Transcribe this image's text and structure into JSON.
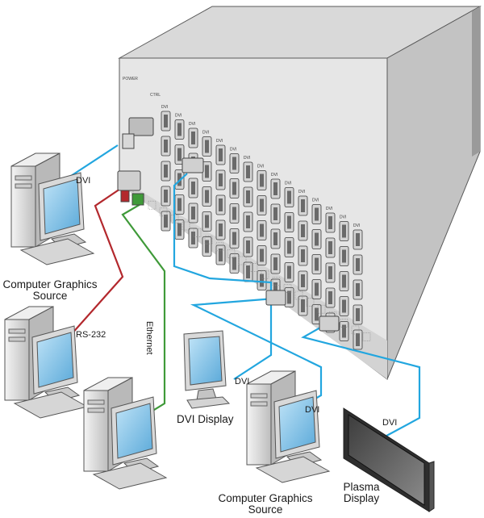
{
  "labels": {
    "source_top": [
      "Computer Graphics",
      "Source"
    ],
    "source_bottom": [
      "Computer Graphics",
      "Source"
    ],
    "dvi_display": "DVI Display",
    "plasma_display": [
      "Plasma",
      "Display"
    ],
    "dvi": "DVI",
    "rs232": "RS-232",
    "ethernet": "Ethernet",
    "power": "POWER",
    "ctrl": "CTRL"
  },
  "colors": {
    "dvi_cable": "#22a6df",
    "rs232_cable": "#b3282d",
    "ethernet_cable": "#3f9a39",
    "chassis": "#e4e4e4",
    "chassis_side": "#c6c6c6",
    "monitor_screen": "#8ec8ea"
  },
  "icons": {
    "switcher": "matrix-switcher-chassis",
    "computer": "desktop-computer-icon",
    "monitor": "lcd-monitor-icon",
    "plasma": "plasma-display-icon"
  }
}
